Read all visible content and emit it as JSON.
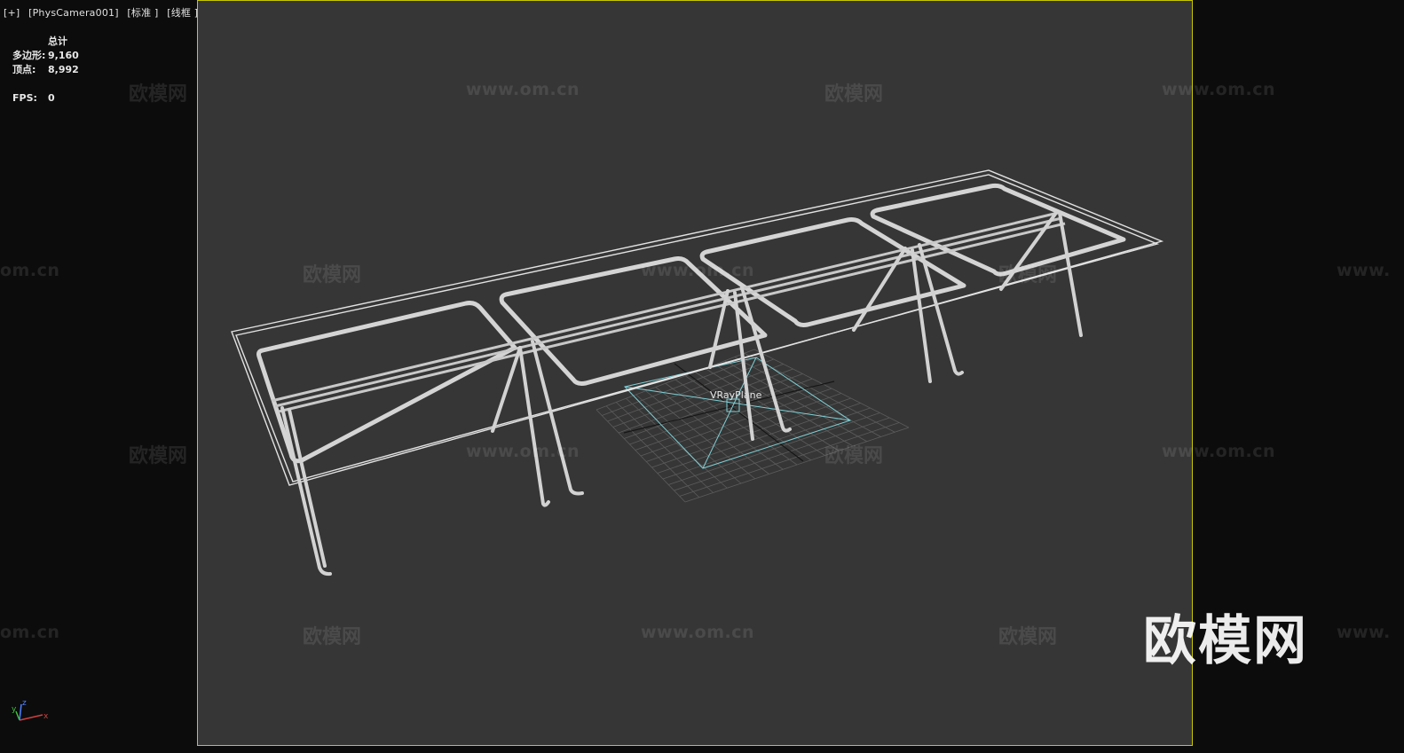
{
  "viewport_label": {
    "plus": "[+]",
    "camera": "[PhysCamera001]",
    "shading": "[标准 ]",
    "mode": "[线框 ]"
  },
  "stats": {
    "header": "总计",
    "polygons_label": "多边形:",
    "polygons_value": "9,160",
    "vertices_label": "顶点:",
    "vertices_value": "8,992",
    "fps_label": "FPS:",
    "fps_value": "0"
  },
  "scene": {
    "object_label": "VRayPlane"
  },
  "watermarks": {
    "brand": "欧模网",
    "url": "www.om.cn",
    "partial_url": "www.",
    "partial_domain": "om.cn"
  },
  "logo_text": "欧模网",
  "axis_gizmo": {
    "x": "x",
    "y": "y",
    "z": "z"
  },
  "colors": {
    "viewport_bg": "#363636",
    "safe_frame": "#c8c800",
    "wireframe": "#d6d6d6",
    "vrayplane": "#7fd0d6",
    "grid": "#5a5a5a"
  },
  "icons": [
    "axis-gizmo-icon"
  ]
}
